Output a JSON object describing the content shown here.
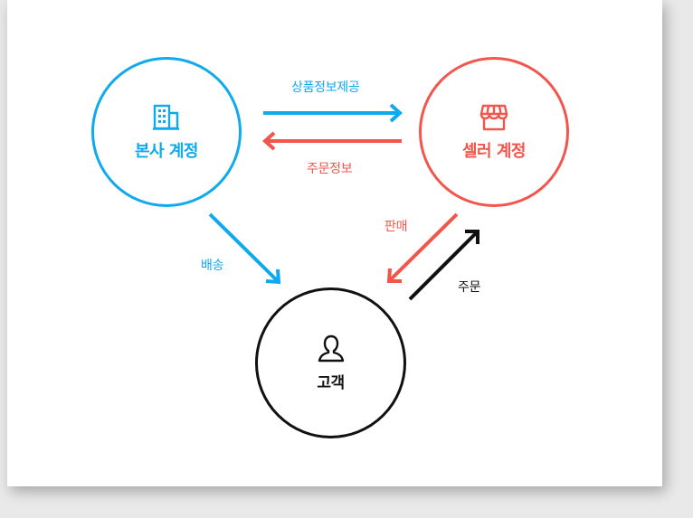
{
  "nodes": {
    "hq": {
      "label": "본사 계정",
      "icon": "building-icon",
      "color": "#0fa9ee"
    },
    "seller": {
      "label": "셀러 계정",
      "icon": "store-awning-icon",
      "color": "#f3554c"
    },
    "customer": {
      "label": "고객",
      "icon": "person-icon",
      "color": "#111111"
    }
  },
  "edges": {
    "product_info": {
      "label": "상품정보제공",
      "color": "#0fa9ee"
    },
    "order_info": {
      "label": "주문정보",
      "color": "#f3554c"
    },
    "shipping": {
      "label": "배송",
      "color": "#0fa9ee"
    },
    "sale": {
      "label": "판매",
      "color": "#f3554c"
    },
    "order": {
      "label": "주문",
      "color": "#111111"
    }
  }
}
